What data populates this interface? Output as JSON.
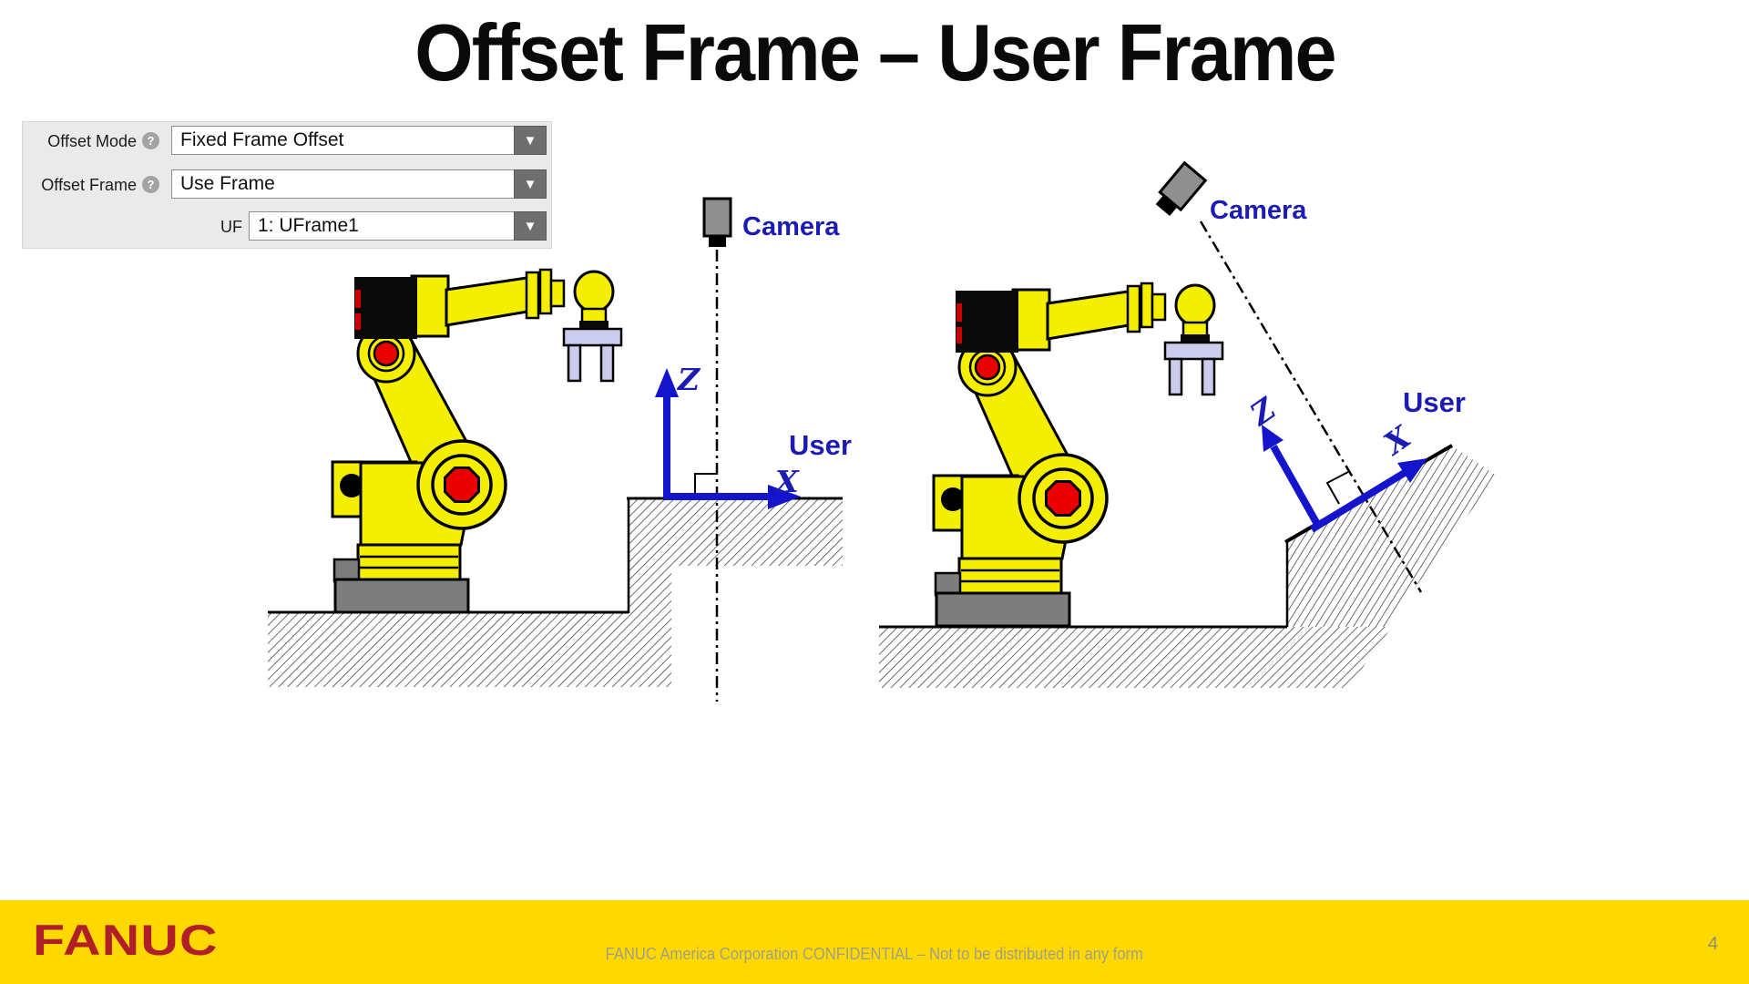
{
  "slide": {
    "title": "Offset Frame – User Frame",
    "page_number": "4",
    "footer": {
      "logo_text": "FANUC",
      "confidential_text": "FANUC America Corporation CONFIDENTIAL – Not to be distributed in any form"
    }
  },
  "offset_panel": {
    "help_icon": "?",
    "dropdown_arrow": "▼",
    "rows": [
      {
        "label": "Offset Mode",
        "value": "Fixed Frame Offset"
      },
      {
        "label": "Offset Frame",
        "value": "Use Frame"
      },
      {
        "label": "UF",
        "value": "1: UFrame1"
      }
    ]
  },
  "diagrams": {
    "left": {
      "camera_label": "Camera",
      "user_label": "User",
      "z_axis_label": "Z",
      "x_axis_label": "X"
    },
    "right": {
      "camera_label": "Camera",
      "user_label": "User",
      "z_axis_label": "Z",
      "x_axis_label": "X"
    }
  },
  "colors": {
    "accent_blue": "#1c1cb4",
    "arrow_blue": "#1414cc",
    "robot_yellow": "#f4ee00",
    "joint_red": "#ea0000",
    "footer_yellow": "#ffd800",
    "fanuc_red": "#b01e28"
  }
}
